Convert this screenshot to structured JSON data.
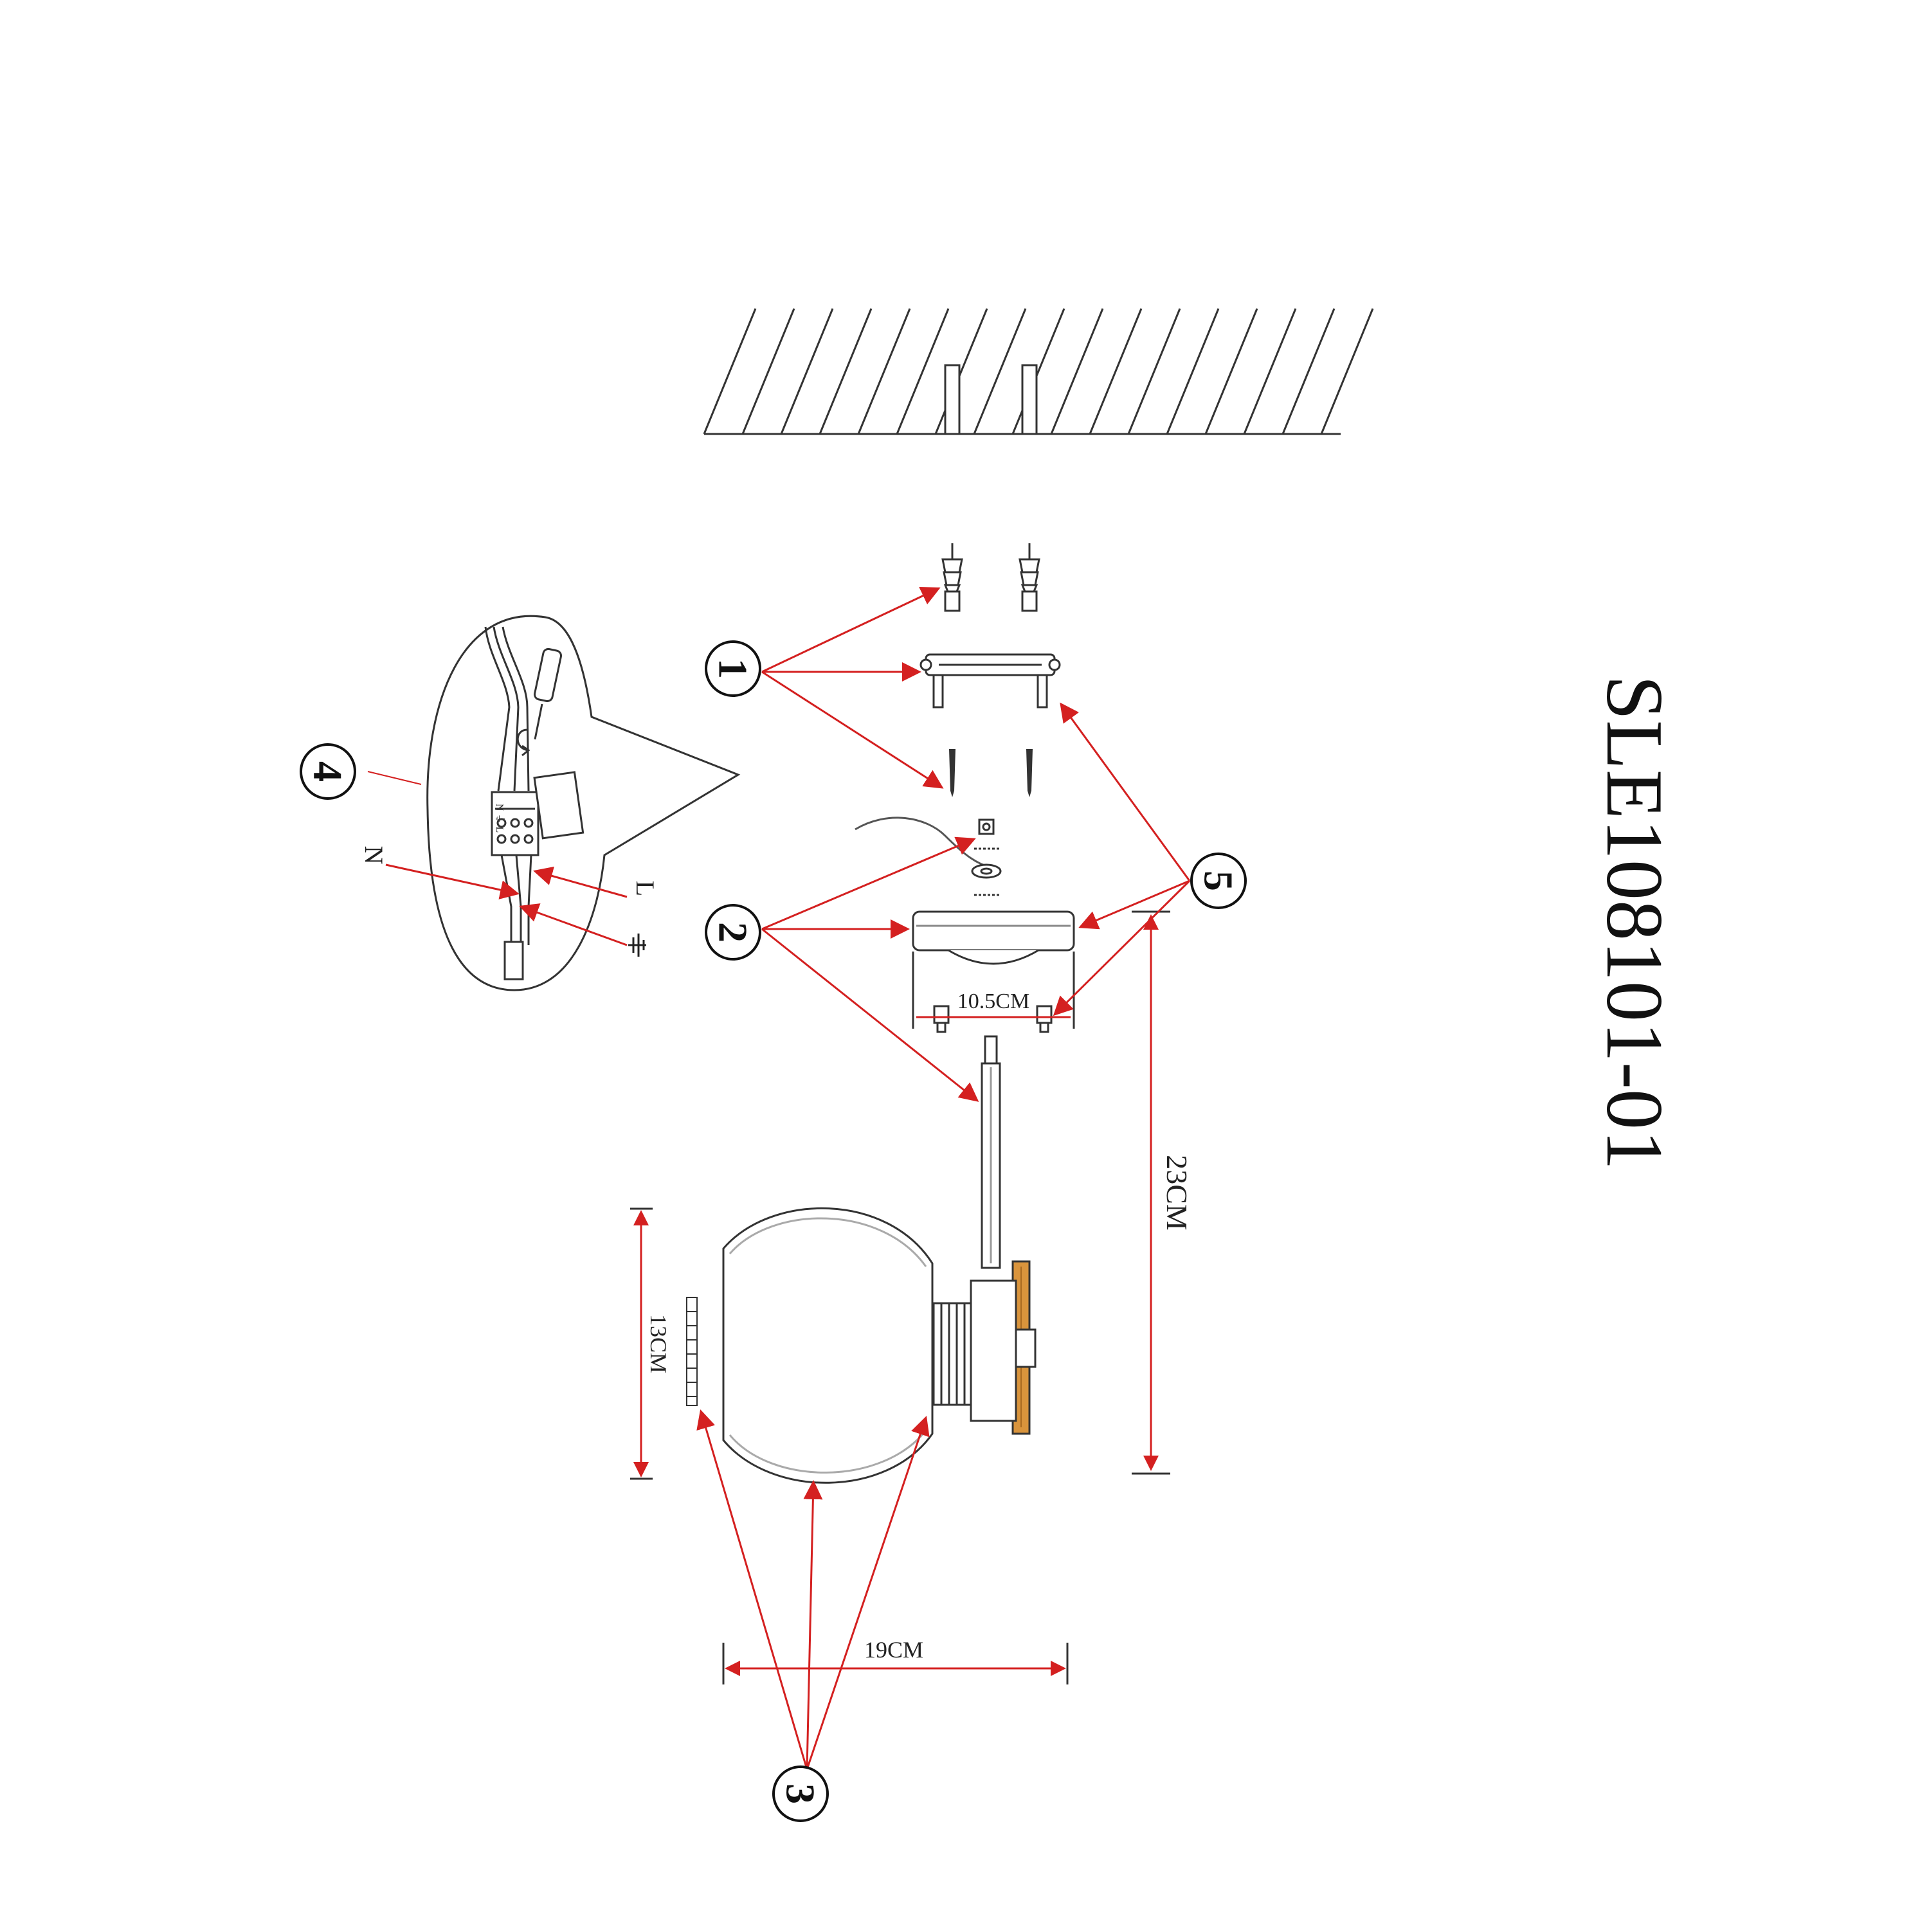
{
  "model_code": "SLE108101-01",
  "callouts": {
    "c1": "1",
    "c2": "2",
    "c3": "3",
    "c4": "4",
    "c5": "5"
  },
  "dimensions": {
    "bracket_width": "10.5CM",
    "total_height": "23CM",
    "shade_height": "13CM",
    "total_width": "19CM"
  },
  "wiring_labels": {
    "neutral": "N",
    "live": "L",
    "earth_symbol": "earth-symbol",
    "terminal_text": "N ⏚ L"
  },
  "colors": {
    "line": "#222222",
    "arrow": "#d42020",
    "wood": "#d9943c"
  }
}
